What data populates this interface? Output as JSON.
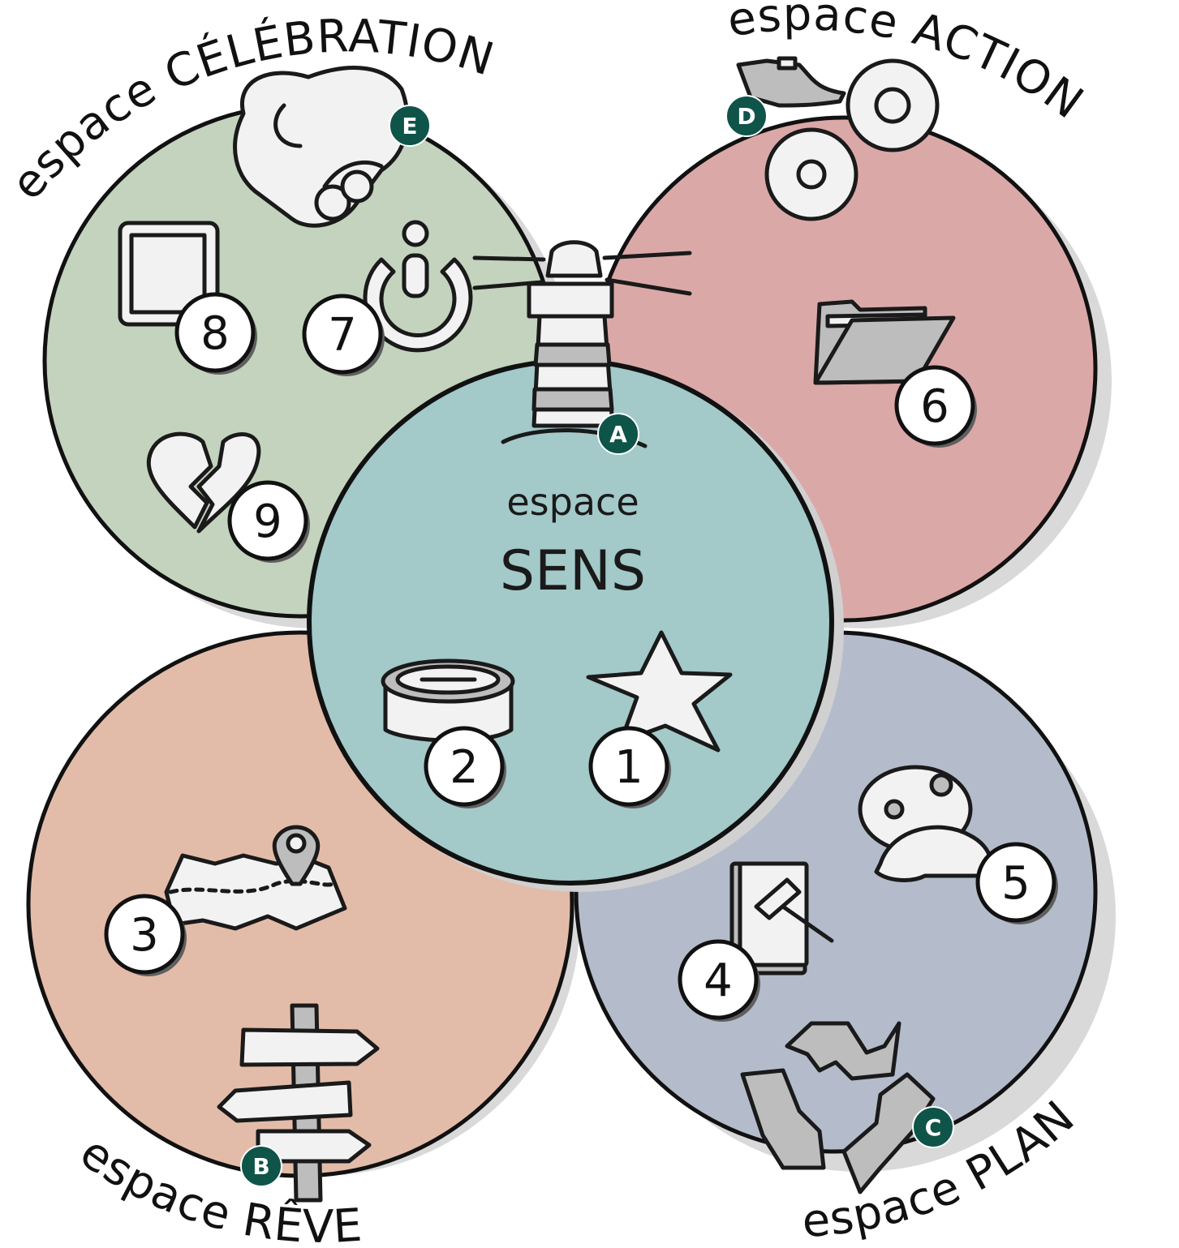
{
  "spaces": {
    "celebration": {
      "label": "espace CÉLÉBRATION",
      "color": "#c3d3bd"
    },
    "action": {
      "label": "espace ACTION",
      "color": "#dba8a8"
    },
    "reve": {
      "label": "espace RÊVE",
      "color": "#e3bca9"
    },
    "plan": {
      "label": "espace PLAN",
      "color": "#b4bccb"
    },
    "sens": {
      "line1": "espace",
      "line2": "SENS",
      "color": "#a3c9c9"
    }
  },
  "numbers": [
    "1",
    "2",
    "3",
    "4",
    "5",
    "6",
    "7",
    "8",
    "9"
  ],
  "letters": [
    "A",
    "B",
    "C",
    "D",
    "E"
  ],
  "badge_color": "#0f5449",
  "icons": {
    "1": "star-icon",
    "2": "compass-icon",
    "3": "map-pin-icon",
    "4": "gavel-book-icon",
    "5": "thinking-cap-icon",
    "6": "folder-icon",
    "7": "power-person-icon",
    "8": "picture-frame-icon",
    "9": "broken-heart-icon",
    "A": "lighthouse-icon",
    "B": "signpost-icon",
    "C": "recycle-icon",
    "D": "oil-can-gears-icon",
    "E": "handshake-icon"
  }
}
